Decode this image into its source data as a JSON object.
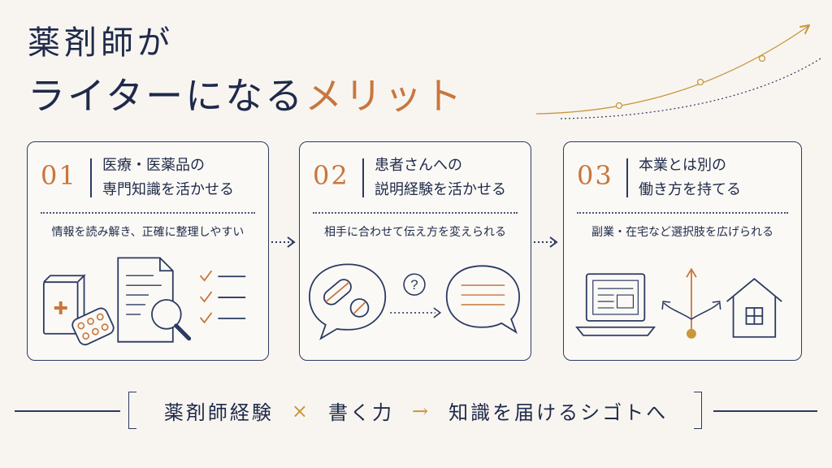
{
  "title": {
    "line1": "薬剤師が",
    "line2_main": "ライターになる",
    "line2_accent": "メリット"
  },
  "colors": {
    "navy": "#1f2a4a",
    "accent_orange": "#c8763d",
    "accent_gold": "#c8963d",
    "background": "#f8f5f0"
  },
  "cards": [
    {
      "number": "01",
      "heading_line1": "医療・医薬品の",
      "heading_line2": "専門知識を活かせる",
      "subtitle": "情報を読み解き、正確に整理しやすい",
      "icons": [
        "medicine-box-icon",
        "pill-blister-icon",
        "document-magnifier-icon",
        "checklist-icon"
      ]
    },
    {
      "number": "02",
      "heading_line1": "患者さんへの",
      "heading_line2": "説明経験を活かせる",
      "subtitle": "相手に合わせて伝え方を変えられる",
      "question_mark": "?",
      "icons": [
        "pill-speech-bubble-icon",
        "question-icon",
        "text-speech-bubble-icon"
      ]
    },
    {
      "number": "03",
      "heading_line1": "本業とは別の",
      "heading_line2": "働き方を持てる",
      "subtitle": "副業・在宅など選択肢を広げられる",
      "icons": [
        "laptop-icon",
        "branching-arrows-icon",
        "house-icon"
      ]
    }
  ],
  "bottom": {
    "term1": "薬剤師経験",
    "op1": "×",
    "term2": "書く力",
    "op2": "→",
    "term3": "知識を届けるシゴトへ"
  }
}
